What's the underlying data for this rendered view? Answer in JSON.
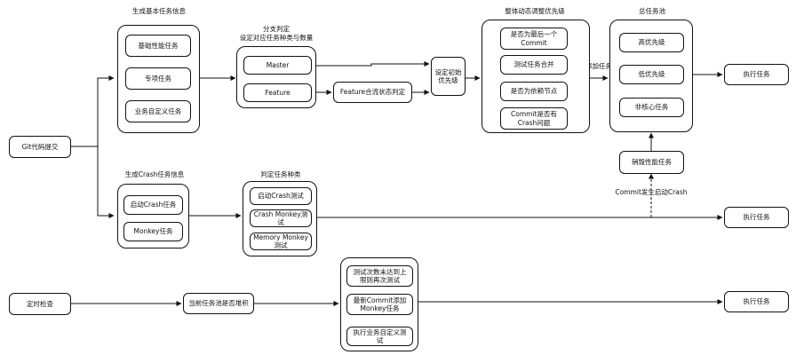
{
  "labels": {
    "basic_info_title": "生成基本任务信息",
    "branch_title_1": "分支判定",
    "branch_title_2": "设定对应任务种类与数量",
    "dynamic_title": "整体动态调整优先级",
    "pool_title": "总任务池",
    "crash_info_title": "生成Crash任务信息",
    "judge_type_title": "判定任务种类",
    "add_task": "添加任务",
    "commit_crash": "Commit发生启动Crash"
  },
  "nodes": {
    "git_commit": "Git代码提交",
    "basic_perf": "基础性能任务",
    "special": "专项任务",
    "biz_custom": "业务自定义任务",
    "master": "Master",
    "feature": "Feature",
    "feature_merge": "Feature合流状态判定",
    "set_priority": "设定初始优先级",
    "is_last_commit": "是否为最后一个Commit",
    "test_merge": "测试任务合并",
    "is_dep_node": "是否为依赖节点",
    "commit_has_crash": "Commit是否有Crash问题",
    "high_pri": "高优先级",
    "low_pri": "低优先级",
    "non_core": "非核心任务",
    "destroy_perf": "销毁性能任务",
    "exec_1": "执行任务",
    "start_crash": "启动Crash任务",
    "monkey": "Monkey任务",
    "start_crash_test": "启动Crash测试",
    "crash_monkey_test": "Crash Monkey测试",
    "memory_monkey_test": "Memory Monkey测试",
    "exec_2": "执行任务",
    "timed_check": "定时检查",
    "pool_piled": "当前任务池是否堆积",
    "retry_test": "测试次数未达到上限则再次测试",
    "add_monkey": "最新Commit添加Monkey任务",
    "exec_biz_test": "执行业务自定义测试",
    "exec_3": "执行任务"
  },
  "colors": {
    "line": "#111111",
    "box_border": "#111111",
    "background": "#ffffff"
  }
}
